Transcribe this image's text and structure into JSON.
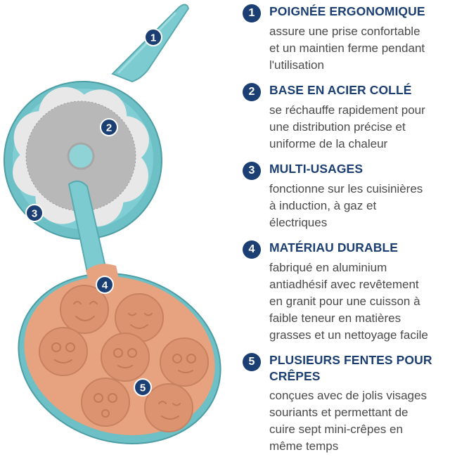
{
  "colors": {
    "accent": "#1c3f73",
    "pan_blue": "#7ccbd0",
    "pan_blue_dark": "#58aab0",
    "pan_copper": "#e7a27f",
    "steel": "#c9c9c9"
  },
  "features": [
    {
      "number": "1",
      "title": "POIGNÉE ERGONOMIQUE",
      "description_lines": [
        "assure une prise confortable",
        "et un maintien ferme pendant",
        "l'utilisation"
      ]
    },
    {
      "number": "2",
      "title": "BASE EN ACIER COLLÉ",
      "description_lines": [
        "se réchauffe rapidement pour",
        "une distribution précise et",
        "uniforme de la chaleur"
      ]
    },
    {
      "number": "3",
      "title": "MULTI-USAGES",
      "description_lines": [
        "fonctionne sur les cuisinières",
        "à induction, à gaz et",
        "électriques"
      ]
    },
    {
      "number": "4",
      "title": "MATÉRIAU DURABLE",
      "description_lines": [
        "fabriqué en aluminium",
        "antiadhésif avec revêtement",
        "en granit pour une cuisson à",
        "faible teneur en matières",
        "grasses et un nettoyage facile"
      ]
    },
    {
      "number": "5",
      "title_lines": [
        "PLUSIEURS FENTES POUR",
        "CRÊPES"
      ],
      "description_lines": [
        "conçues avec de jolis visages",
        "souriants et permettant de",
        "cuire sept mini-crêpes en",
        "même temps"
      ]
    }
  ],
  "markers": [
    "1",
    "2",
    "3",
    "4",
    "5"
  ]
}
